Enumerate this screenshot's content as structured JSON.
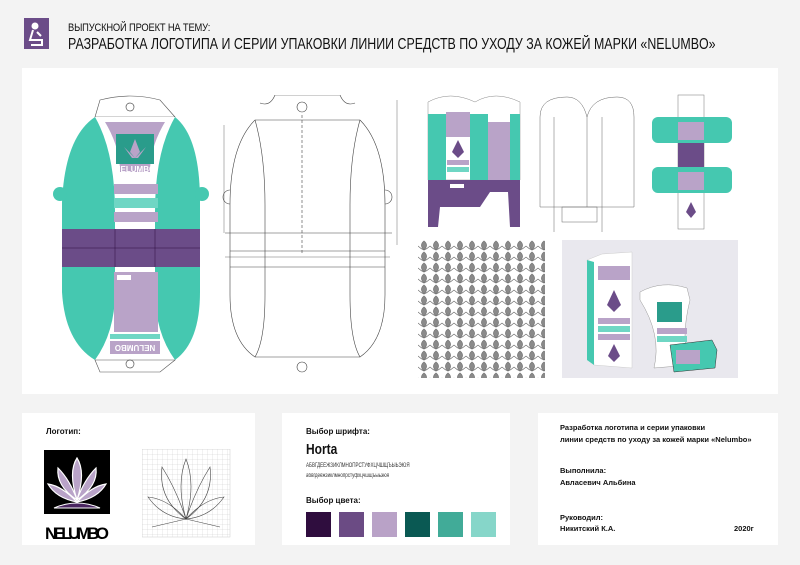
{
  "header": {
    "subtitle": "ВЫПУСКНОЙ ПРОЕКТ НА ТЕМУ:",
    "title": "РАЗРАБОТКА ЛОГОТИПА И СЕРИИ УПАКОВКИ ЛИНИИ СРЕДСТВ ПО УХОДУ ЗА КОЖЕЙ МАРКИ «NELUMBO»"
  },
  "brand": "NELUMBO",
  "logo_panel": {
    "label": "Логотип:",
    "logo_text": "NELUMBO"
  },
  "font_panel": {
    "label": "Выбор шрифта:",
    "font_name": "Horta",
    "upper_sample": "АБВГДЕЁЖЗИКЛМНОПРСТУФХЦЧШЩЪЫЬЭЮЯ",
    "lower_sample": "абвгдеёжзиклмнопрстуфхцчшщъыьэюя",
    "color_label": "Выбор цвета:"
  },
  "palette": [
    "#2f0d3e",
    "#6b4b84",
    "#b9a2c7",
    "#0a5953",
    "#41ab98",
    "#86d6c9"
  ],
  "info_panel": {
    "project_line1": "Разработка логотипа и серии упаковки",
    "project_line2": "линии средств по уходу за кожей марки «Nelumbo»",
    "author_label": "Выполнила:",
    "author": "Авласевич Альбина",
    "supervisor_label": "Руководил:",
    "supervisor": "Никитский К.А.",
    "year": "2020г"
  },
  "colors": {
    "teal": "#45c8b0",
    "purple": "#6b4c88",
    "lilac": "#b9a3c8",
    "bg": "#f3f3f3"
  }
}
